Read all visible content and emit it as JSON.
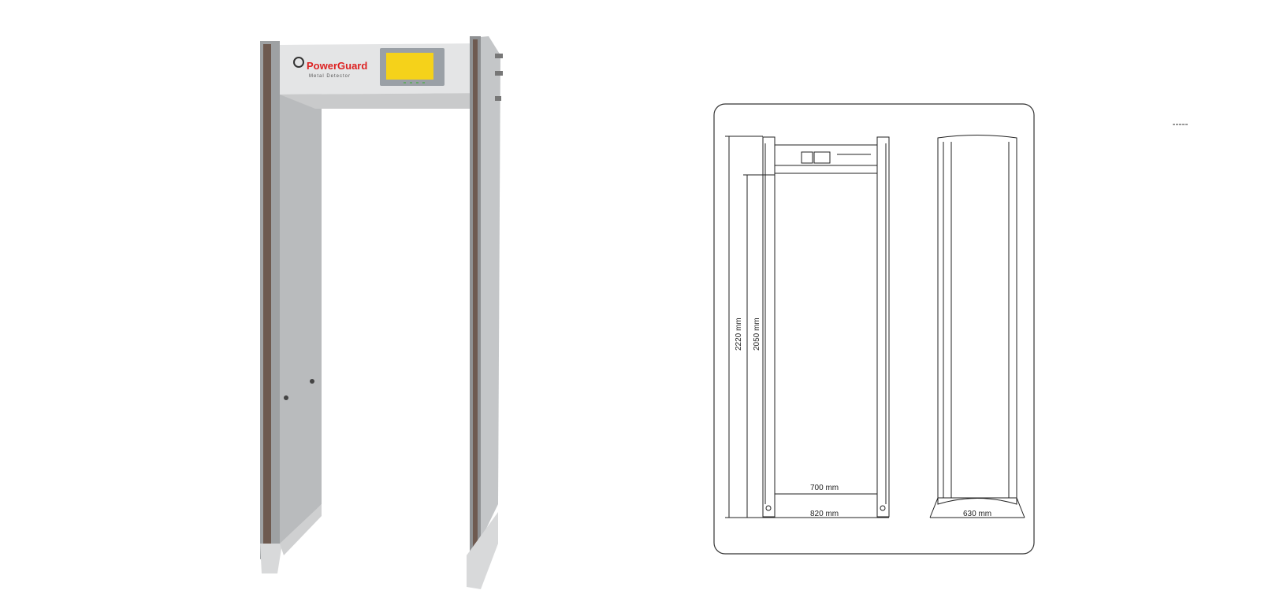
{
  "photo": {
    "brand_logo": "PowerGuard",
    "brand_subtitle": "Metal Detector",
    "panel_color": "#f5d21a",
    "beam_color": "#e4e5e6",
    "pillar_color": "#a9abad"
  },
  "drawing": {
    "height_outer": "2220 mm",
    "height_inner": "2050 mm",
    "width_inner": "700 mm",
    "width_outer": "820 mm",
    "depth": "630 mm"
  }
}
